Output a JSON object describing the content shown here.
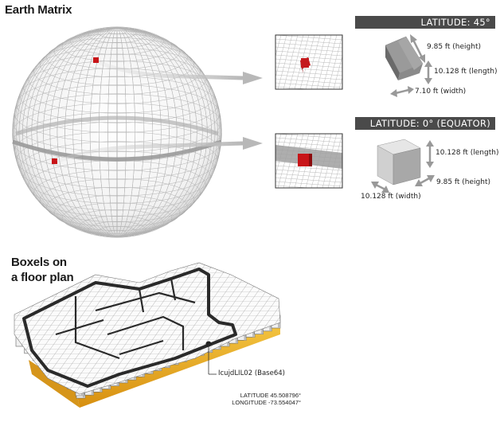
{
  "titles": {
    "earth_matrix": "Earth Matrix",
    "floor_plan_line1": "Boxels on",
    "floor_plan_line2": "a floor plan"
  },
  "latitude_45": {
    "banner": "LATITUDE: 45°",
    "height": "9.85 ft (height)",
    "length": "10.128 ft (length)",
    "width": "7.10 ft (width)"
  },
  "latitude_0": {
    "banner": "LATITUDE: 0° (EQUATOR)",
    "length": "10.128 ft (length)",
    "height": "9.85 ft (height)",
    "width": "10.128 ft (width)"
  },
  "floor_plan": {
    "code": "IcujdLIL02 (Base64)",
    "latitude": "LATITUDE 45.508796°",
    "longitude": "LONGITUDE -73.554047°"
  },
  "colors": {
    "boxel_red": "#c81418",
    "banner_bg": "#4a4a4a",
    "floor_gold": "#e8a820",
    "grid_grey": "#9a9a9a"
  }
}
